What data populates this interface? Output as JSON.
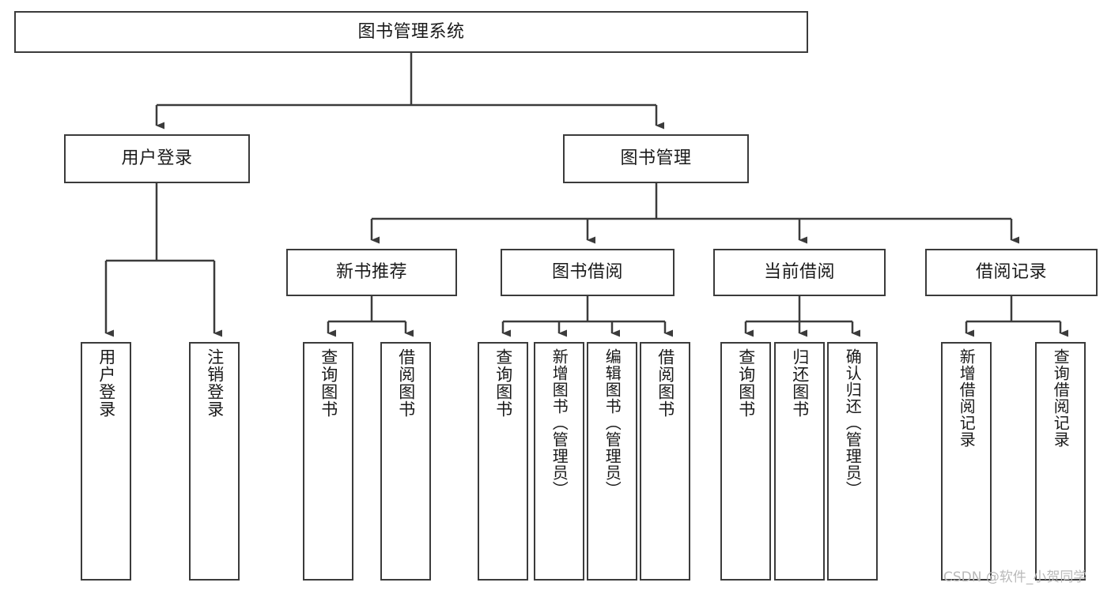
{
  "diagram": {
    "title": "图书管理系统",
    "type": "tree-hierarchy-diagram",
    "watermark": "CSDN @软件_小贺同学",
    "colors": {
      "background": "#ffffff",
      "node_border": "#3b3b3b",
      "node_fill": "#ffffff",
      "text": "#1a1a1a",
      "connector": "#3b3b3b",
      "watermark": "#b9b9b9"
    },
    "root": {
      "id": "root",
      "label": "图书管理系统"
    },
    "level2": [
      {
        "id": "user-login",
        "label": "用户登录"
      },
      {
        "id": "book-management",
        "label": "图书管理"
      }
    ],
    "level3": [
      {
        "id": "new-book-recommend",
        "label": "新书推荐"
      },
      {
        "id": "book-borrow",
        "label": "图书借阅"
      },
      {
        "id": "current-borrow",
        "label": "当前借阅"
      },
      {
        "id": "borrow-record",
        "label": "借阅记录"
      }
    ],
    "leaves": {
      "user_login": [
        {
          "id": "leaf-user-login",
          "label": "用户登录"
        },
        {
          "id": "leaf-logout",
          "label": "注销登录"
        }
      ],
      "new_book_recommend": [
        {
          "id": "leaf-query-book-1",
          "label": "查询图书"
        },
        {
          "id": "leaf-borrow-book-1",
          "label": "借阅图书"
        }
      ],
      "book_borrow": [
        {
          "id": "leaf-query-book-2",
          "label": "查询图书"
        },
        {
          "id": "leaf-add-book",
          "label": "新增图书（管理员）"
        },
        {
          "id": "leaf-edit-book",
          "label": "编辑图书（管理员）"
        },
        {
          "id": "leaf-borrow-book-2",
          "label": "借阅图书"
        }
      ],
      "current_borrow": [
        {
          "id": "leaf-query-book-3",
          "label": "查询图书"
        },
        {
          "id": "leaf-return-book",
          "label": "归还图书"
        },
        {
          "id": "leaf-confirm-return",
          "label": "确认归还（管理员）"
        }
      ],
      "borrow_record": [
        {
          "id": "leaf-add-record",
          "label": "新增借阅记录"
        },
        {
          "id": "leaf-query-record",
          "label": "查询借阅记录"
        }
      ]
    }
  }
}
